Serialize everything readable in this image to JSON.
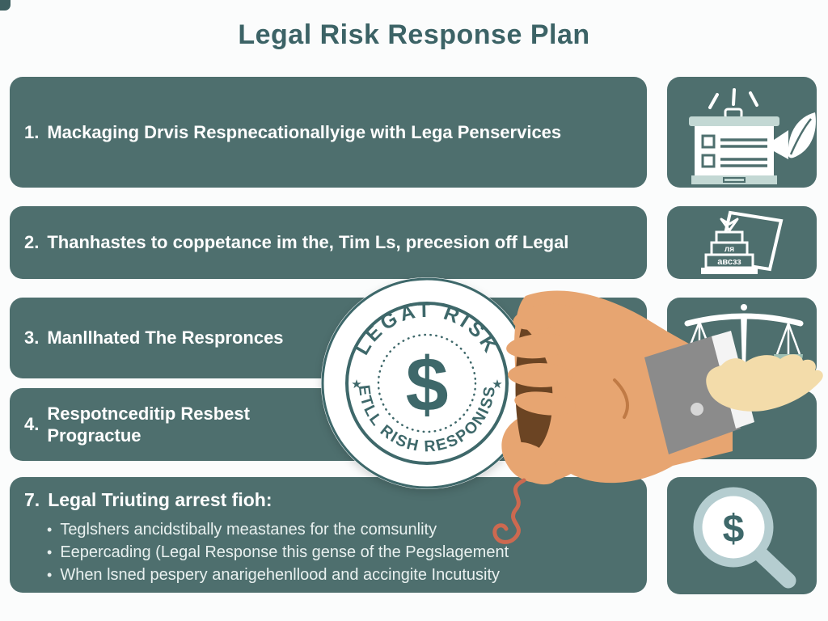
{
  "title": "Legal Risk Response Plan",
  "bullet_char": "•",
  "items": [
    {
      "number": "1.",
      "text": "Mackaging Drvis Respnecationallyige with Lega Penservices"
    },
    {
      "number": "2.",
      "text": "Thanhastes to coppetance im the, Tim Ls, precesion off Legal"
    },
    {
      "number": "3.",
      "text": "Manllhated The Respronces"
    },
    {
      "number": "4.",
      "text": "Respotnceditip Resbest Progractue"
    },
    {
      "number": "7.",
      "text": "Legal Triuting arrest fioh:",
      "bullets": [
        "Teglshers ancidstibally meastanes for the comsunlity",
        "Eepercading (Legal Response this gense of the Pegslagement",
        "When lsned pespery anarigehenllood and accingite Incutusity"
      ]
    }
  ],
  "seal": {
    "top_text": "LEGAT RISK",
    "bottom_text": "ETLL RISH RESPONISS",
    "center_symbol": "$",
    "star": "★"
  },
  "icons": {
    "row1": "checklist-board-with-leaf",
    "row2": "tiered-stack-with-paper",
    "row3": "scales-of-justice",
    "row4": "empty-tile",
    "row5": "magnifier-dollar",
    "cake_label_mid": "ля",
    "cake_label_bottom": "авсзз",
    "magnifier_symbol": "$"
  },
  "colors": {
    "bar_teal": "#4e6f6e",
    "title_teal": "#3c6366",
    "seal_teal": "#3e686a",
    "background": "#fbfcfc",
    "text_white": "#ffffff",
    "bullet_text": "#e9f1f0",
    "icon_light_accent": "#c3d8d4",
    "scale_pan_green": "#9dbfb4",
    "magnifier_rim": "#b5cdd0",
    "hand_skin": "#e7a571",
    "hand_shadow_brown": "#6b4423",
    "pale_hand": "#f3dcaa",
    "sleeve_gray": "#8b8b8b",
    "cuff_white": "#f4f4f4",
    "thread_red": "#cc6950"
  }
}
